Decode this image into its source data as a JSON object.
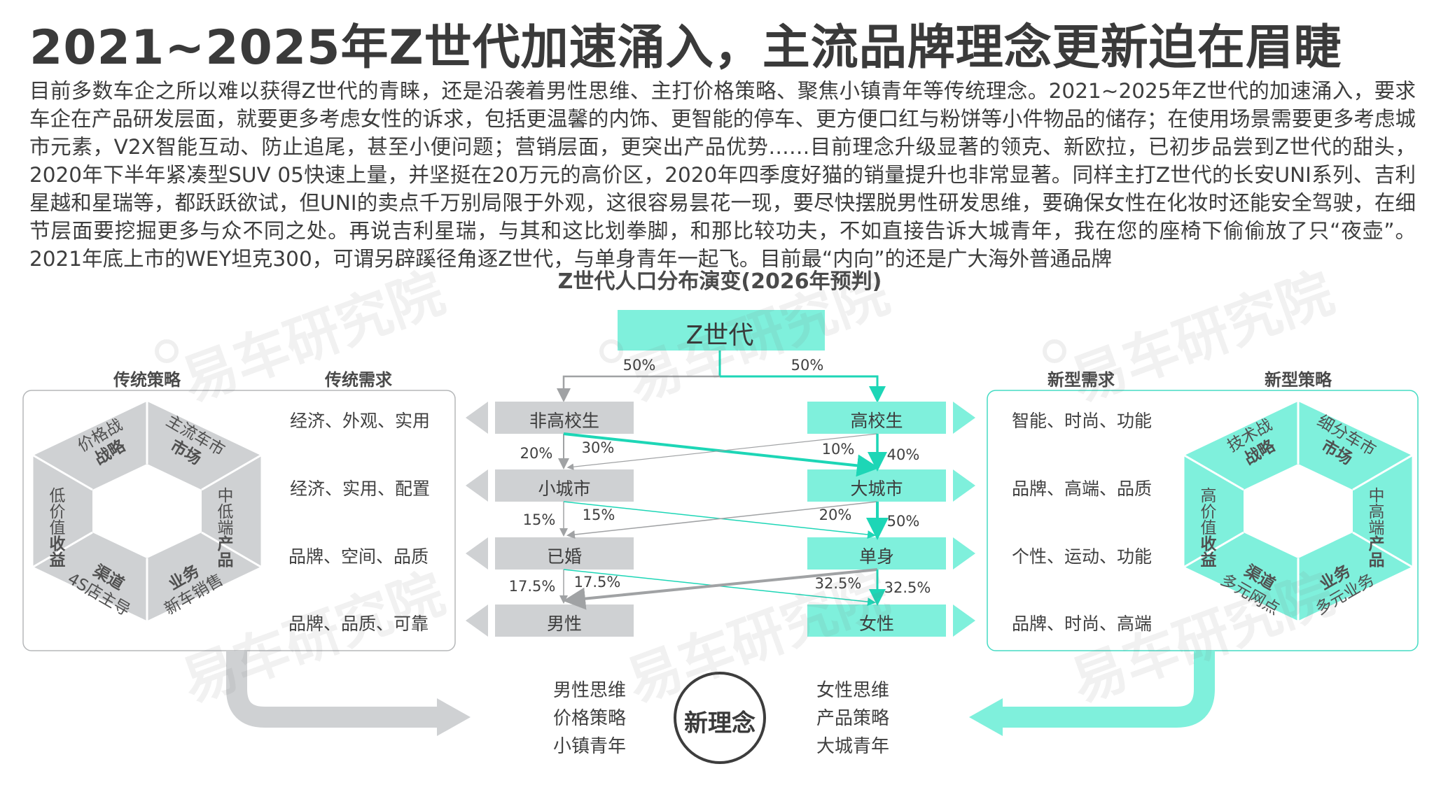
{
  "title": "2021~2025年Z世代加速涌入，主流品牌理念更新迫在眉睫",
  "intro": "目前多数车企之所以难以获得Z世代的青睐，还是沿袭着男性思维、主打价格策略、聚焦小镇青年等传统理念。2021~2025年Z世代的加速涌入，要求车企在产品研发层面，就要更多考虑女性的诉求，包括更温馨的内饰、更智能的停车、更方便口红与粉饼等小件物品的储存；在使用场景需要更多考虑城市元素，V2X智能互动、防止追尾，甚至小便问题；营销层面，更突出产品优势……目前理念升级显著的领克、新欧拉，已初步品尝到Z世代的甜头，2020年下半年紧凑型SUV 05快速上量，并坚挺在20万元的高价区，2020年四季度好猫的销量提升也非常显著。同样主打Z世代的长安UNI系列、吉利星越和星瑞等，都跃跃欲试，但UNI的卖点千万别局限于外观，这很容易昙花一现，要尽快摆脱男性研发思维，要确保女性在化妆时还能安全驾驶，在细节层面要挖掘更多与众不同之处。再说吉利星瑞，与其和这比划拳脚，和那比较功夫，不如直接告诉大城青年，我在您的座椅下偷偷放了只“夜壶”。2021年底上市的WEY坦克300，可谓另辟蹊径角逐Z世代，与单身青年一起飞。目前最“内向”的还是广大海外普通品牌",
  "diagram_title": "Z世代人口分布演变(2026年预判)",
  "watermark": "易车研究院",
  "root": {
    "label": "Z世代",
    "left_pct": "50%",
    "right_pct": "50%"
  },
  "left_nodes": [
    "非高校生",
    "小城市",
    "已婚",
    "男性"
  ],
  "right_nodes": [
    "高校生",
    "大城市",
    "单身",
    "女性"
  ],
  "flow_labels": {
    "l0_down": "20%",
    "l0_cross": "30%",
    "r0_cross": "10%",
    "r0_down": "40%",
    "l1_down": "15%",
    "l1_cross": "15%",
    "r1_cross": "20%",
    "r1_down": "50%",
    "l2_down": "17.5%",
    "l2_cross": "17.5%",
    "r2_cross": "32.5%",
    "r2_down": "32.5%"
  },
  "traditional": {
    "strategy_header": "传统策略",
    "demand_header": "传统需求",
    "demands": [
      "经济、外观、实用",
      "经济、实用、配置",
      "品牌、空间、品质",
      "品牌、品质、可靠"
    ],
    "hex": [
      {
        "title": "价格战",
        "sub": "战略"
      },
      {
        "title": "主流车市",
        "sub": "市场"
      },
      {
        "title": "中低端",
        "sub": "产品"
      },
      {
        "title": "业务",
        "sub": "新车销售"
      },
      {
        "title": "渠道",
        "sub": "4S店主导"
      },
      {
        "title": "低价值",
        "sub": "收益"
      }
    ]
  },
  "new": {
    "strategy_header": "新型策略",
    "demand_header": "新型需求",
    "demands": [
      "智能、时尚、功能",
      "品牌、高端、品质",
      "个性、运动、功能",
      "品牌、时尚、高端"
    ],
    "hex": [
      {
        "title": "技术战",
        "sub": "战略"
      },
      {
        "title": "细分车市",
        "sub": "市场"
      },
      {
        "title": "中高端",
        "sub": "产品"
      },
      {
        "title": "业务",
        "sub": "多元业务"
      },
      {
        "title": "渠道",
        "sub": "多元网点"
      },
      {
        "title": "高价值",
        "sub": "收益"
      }
    ]
  },
  "bottom": {
    "center": "新理念",
    "left": [
      "男性思维",
      "价格策略",
      "小镇青年"
    ],
    "right": [
      "女性思维",
      "产品策略",
      "大城青年"
    ]
  },
  "colors": {
    "teal": "#7ff0dc",
    "teal_dark": "#1dd6b6",
    "grey": "#cfd1d3",
    "grey_dark": "#a0a2a4",
    "text": "#404040"
  }
}
